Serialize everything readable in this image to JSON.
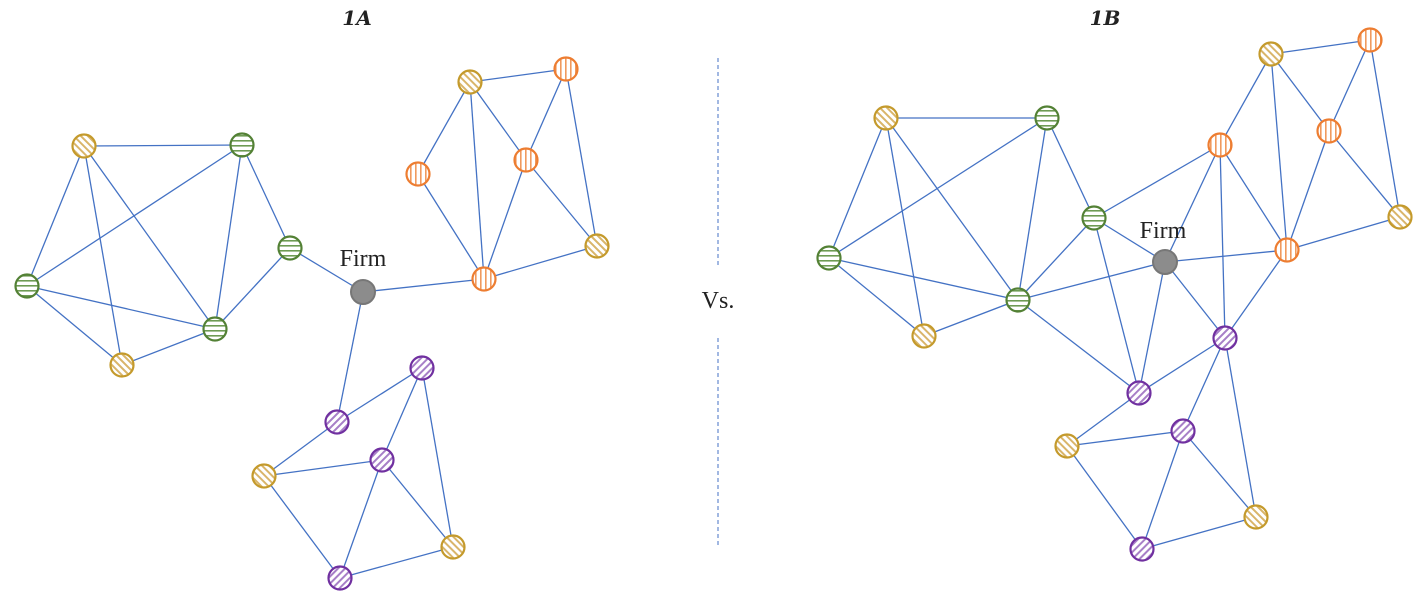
{
  "panels": [
    {
      "title": "1A",
      "center_label": "Firm"
    },
    {
      "title": "1B",
      "center_label": "Firm"
    }
  ],
  "separator_label": "Vs.",
  "colors": {
    "edge": "#4472C4",
    "gold": "#C49A2C",
    "green": "#538135",
    "orange": "#ED7D31",
    "purple": "#7030A0",
    "firm": "#8C8C8C"
  }
}
